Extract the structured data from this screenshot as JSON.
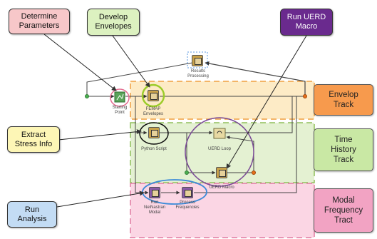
{
  "callouts": {
    "determine_parameters": "Determine\nParameters",
    "develop_envelopes": "Develop\nEnvelopes",
    "run_uerd_macro": "Run UERD\nMacro",
    "extract_stress_info": "Extract\nStress Info",
    "run_analysis": "Run\nAnalysis"
  },
  "tracks": {
    "envelop": "Envelop\nTrack",
    "time_history": "Time\nHistory\nTrack",
    "modal_frequency": "Modal\nFrequency\nTract"
  },
  "nodes": {
    "results_processing": "Results\nProcessing",
    "starting_point": "Starting\nPoint",
    "femap_envelopes": "FEMAP\nEnvelopes",
    "python_script": "Python Script",
    "uerd_loop": "UERD Loop",
    "uerd_macro": "UERD Macro",
    "run_nei_nastran": "Run\nNeiNastran\nModal",
    "process_frequencies": "Process\nFrequencies"
  },
  "colors": {
    "pink_box": "#f7c7c9",
    "green_box": "#dcf1c0",
    "purple_box": "#6a2a8e",
    "yellow_box": "#fdf6b6",
    "blue_box": "#c3dcf4",
    "envelop_track": "#f79a4d",
    "time_history_track": "#c9e8a4",
    "modal_track": "#f2a3c3",
    "envelop_band": "#fdebc6",
    "time_history_band": "#e4f1d2",
    "modal_band": "#fbd6e4"
  }
}
